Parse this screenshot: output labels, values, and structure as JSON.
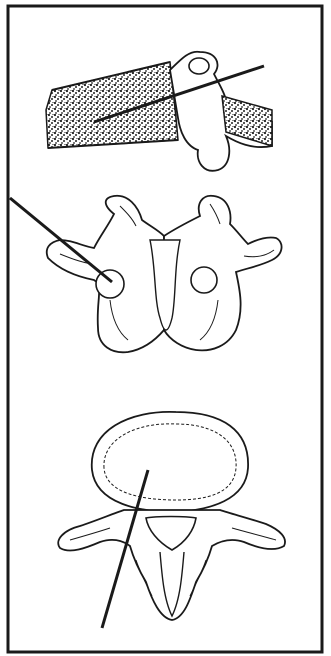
{
  "figure": {
    "panels": [
      {
        "id": "lateral",
        "view": "lateral",
        "drawn": [
          "vertebral-body",
          "posterior-elements",
          "needle"
        ]
      },
      {
        "id": "posterior",
        "view": "posterior",
        "drawn": [
          "lamina",
          "transverse-processes",
          "spinous-process",
          "needle"
        ]
      },
      {
        "id": "axial",
        "view": "axial",
        "drawn": [
          "vertebral-body",
          "transverse-processes",
          "spinous-process",
          "needle"
        ]
      }
    ],
    "colors": {
      "ink": "#1a1a1a",
      "stipple": "#2a2a2a",
      "paper": "#ffffff",
      "highlight": "#ffffff"
    }
  }
}
